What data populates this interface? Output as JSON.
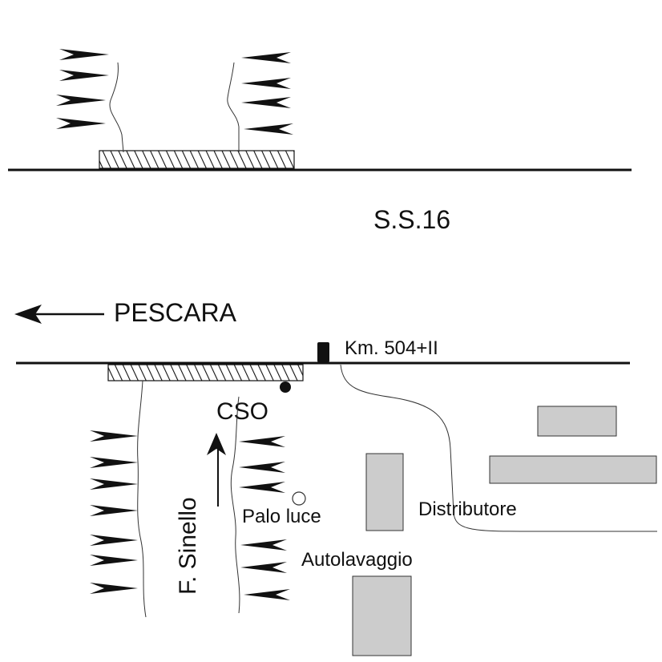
{
  "labels": {
    "road_name": "S.S.16",
    "direction": "PESCARA",
    "km_marker": "Km. 504+II",
    "cso": "CSO",
    "river": "F. Sinello",
    "light_pole": "Palo luce",
    "car_wash": "Autolavaggio",
    "gas_station": "Distributore"
  },
  "colors": {
    "line": "#111111",
    "building_fill": "#cccccc",
    "building_stroke": "#333333"
  }
}
